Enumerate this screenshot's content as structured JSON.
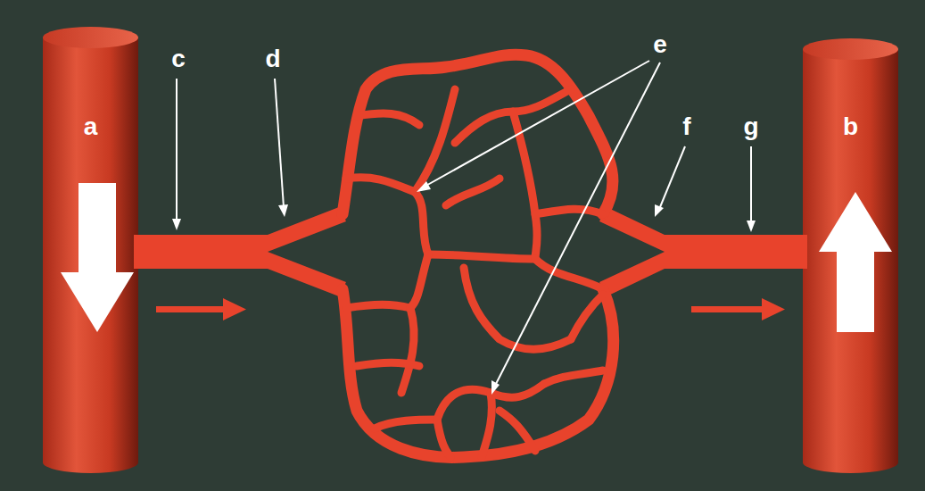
{
  "diagram": {
    "nodes": [
      {
        "text": [
          "a"
        ]
      },
      {
        "text": [
          "b"
        ]
      }
    ],
    "labels": [
      "c",
      "d",
      "e",
      "f",
      "g"
    ]
  }
}
